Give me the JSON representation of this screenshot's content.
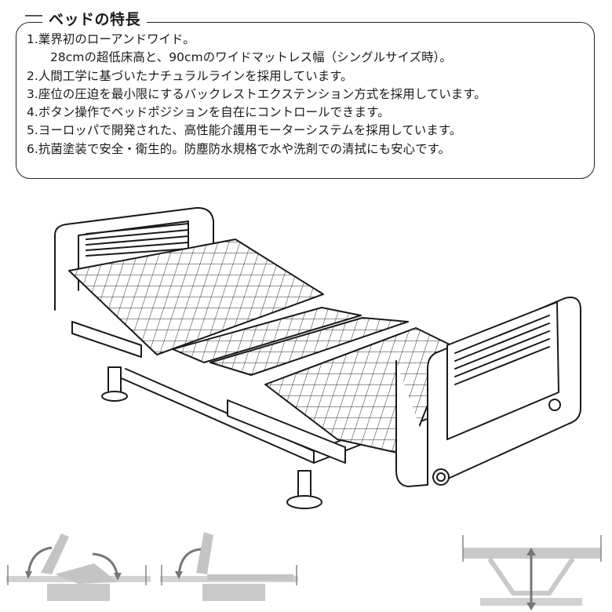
{
  "features": {
    "title": "ベッドの特長",
    "items": [
      "1.業界初のローアンドワイド。",
      "28cmの超低床高と、90cmのワイドマットレス幅（シングルサイズ時）。",
      "2.人間工学に基づいたナチュラルラインを採用しています。",
      "3.座位の圧迫を最小限にするバックレストエクステンション方式を採用しています。",
      "4.ボタン操作でベッドポジションを自在にコントロールできます。",
      "5.ヨーロッパで開発された、高性能介護用モーターシステムを採用しています。",
      "6.抗菌塗装で安全・衛生的。防塵防水規格で水や洗剤での清拭にも安心です。"
    ]
  },
  "colors": {
    "line": "#1a1a1a",
    "diagram_gray": "#bdbdbd",
    "diagram_dark": "#8a8a8a"
  },
  "icons": [
    "bed-illustration",
    "back-and-knee-raise-diagram",
    "back-raise-diagram",
    "height-adjust-diagram"
  ]
}
